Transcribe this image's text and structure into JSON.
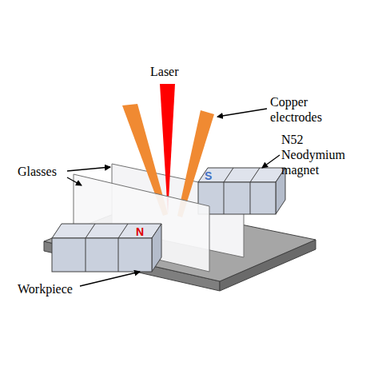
{
  "diagram": {
    "labels": [
      "Laser",
      "Copper electrodes",
      "Glasses",
      "N52 Neodymium magnet",
      "Workpiece",
      "N",
      "S"
    ]
  }
}
